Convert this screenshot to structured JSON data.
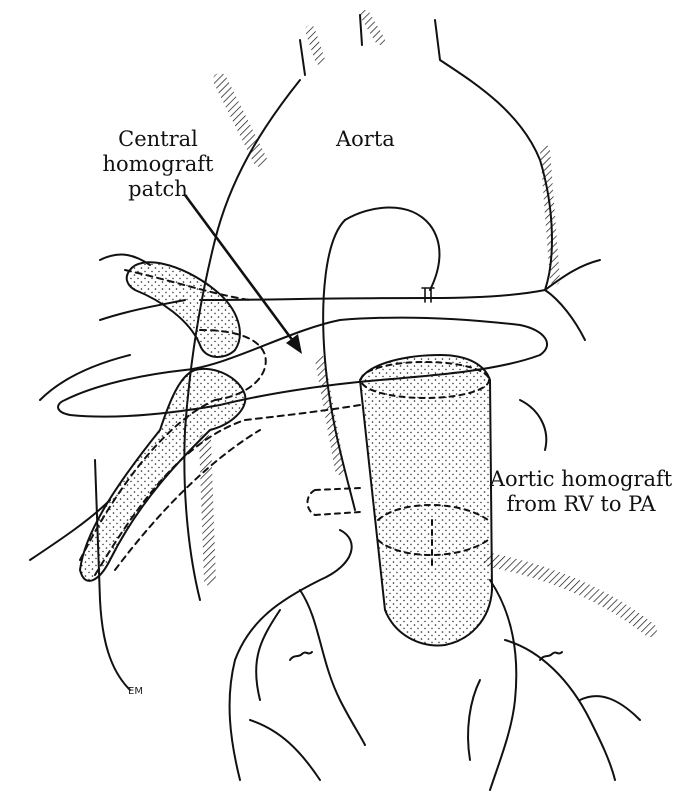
{
  "labels": {
    "aorta": "Aorta",
    "central_patch": [
      "Central",
      "homograft",
      "patch"
    ],
    "aortic_homograft": [
      "Aortic homograft",
      "from RV to PA"
    ]
  },
  "signature": "EM",
  "colors": {
    "ink": "#111111",
    "background": "#ffffff"
  }
}
